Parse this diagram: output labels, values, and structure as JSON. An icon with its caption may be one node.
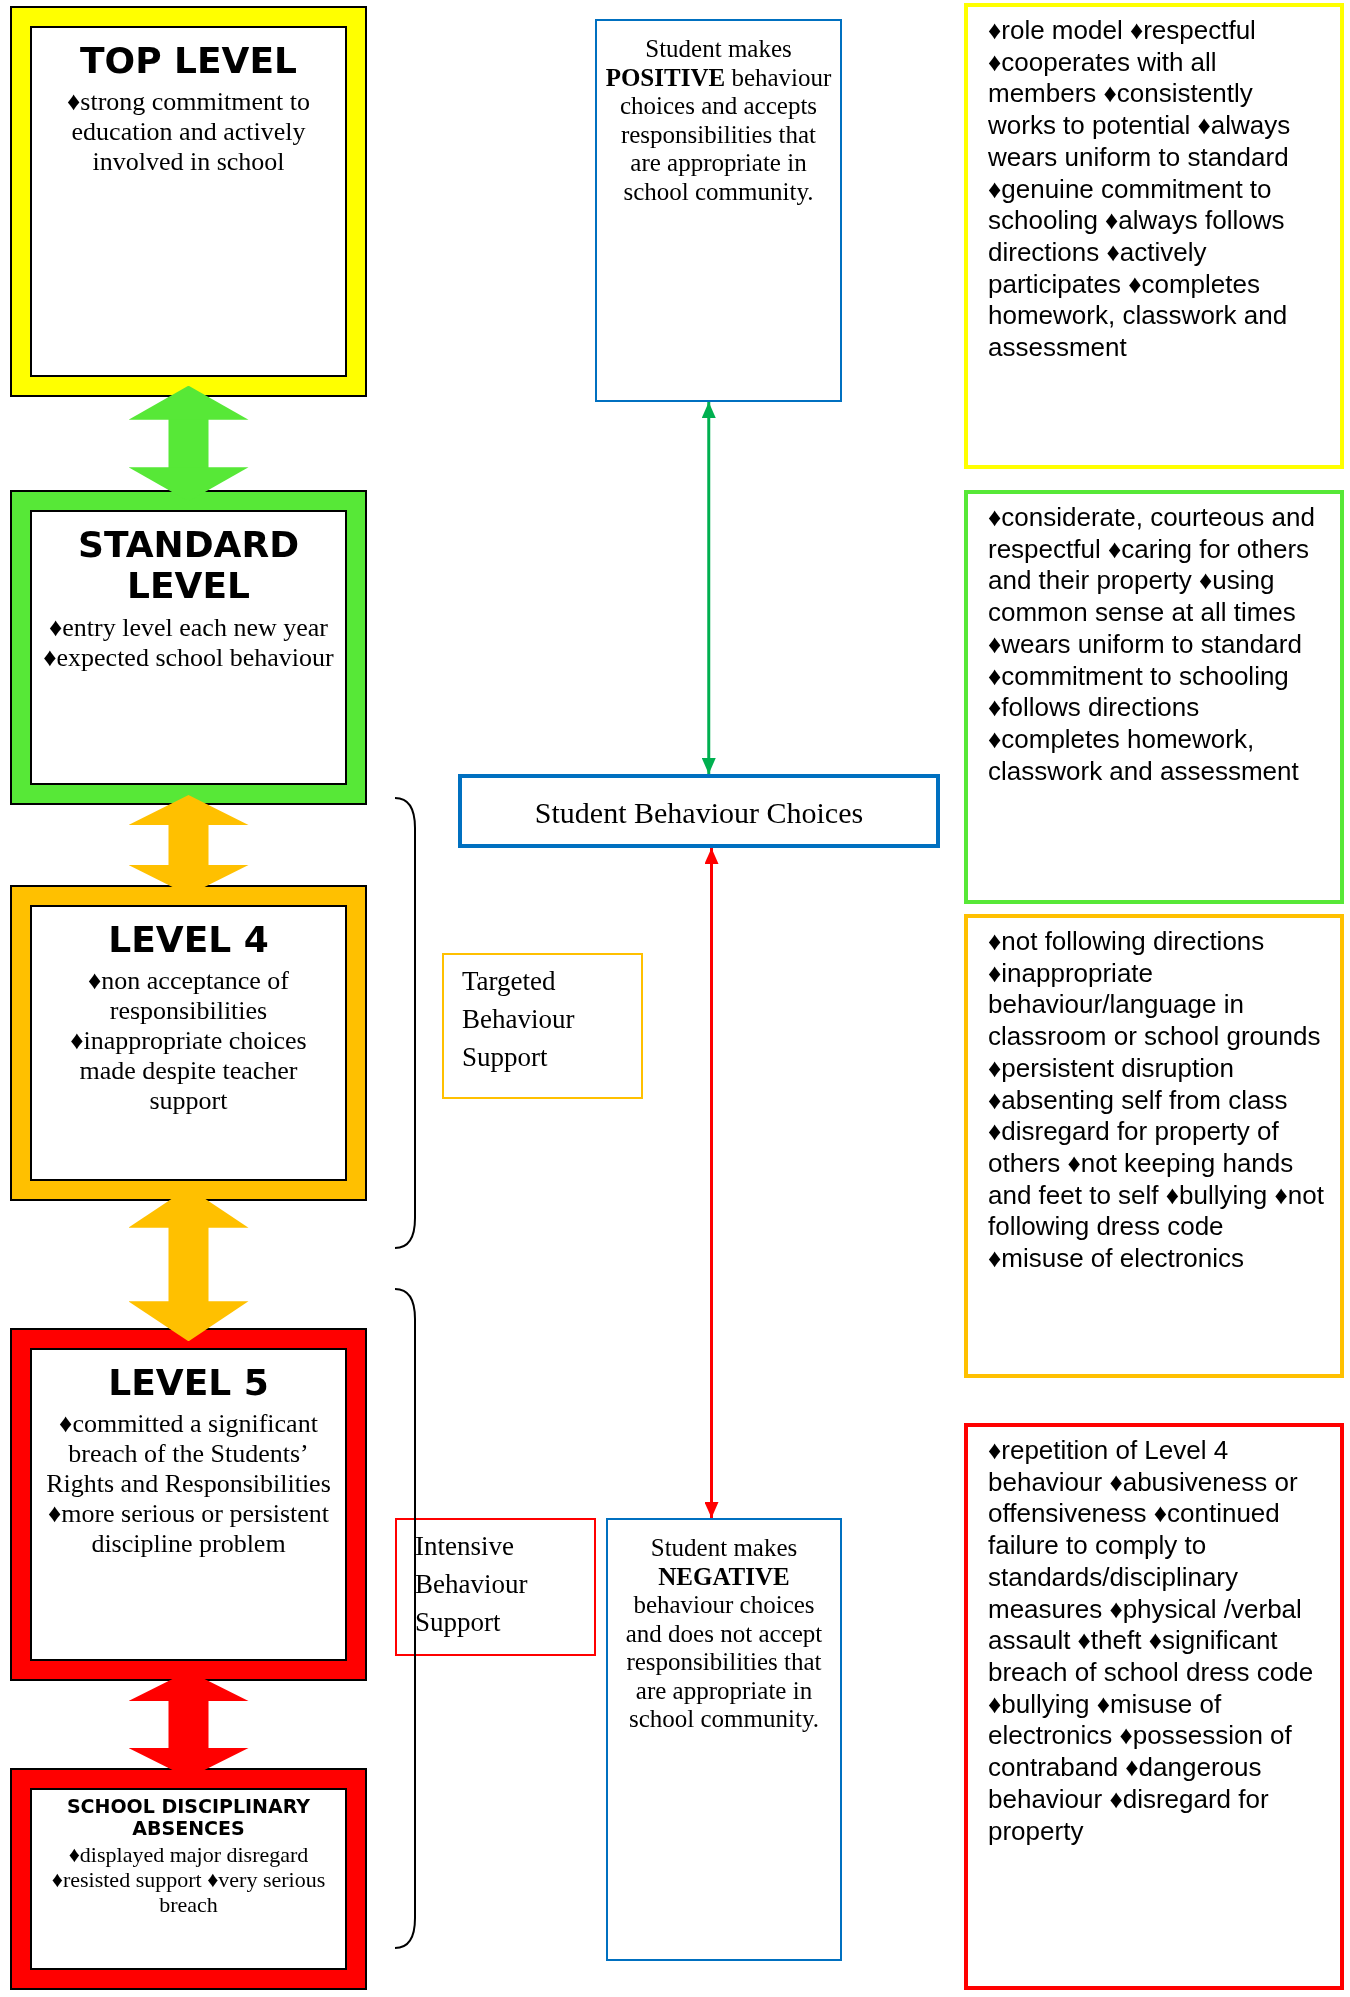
{
  "diagram": {
    "nodes": [
      {
        "text": [
          "TOP LEVEL",
          "♦strong commitment to education and actively involved in school"
        ]
      },
      {
        "text": [
          "STANDARD LEVEL",
          "♦entry level each new year",
          "♦expected school behaviour"
        ]
      },
      {
        "text": [
          "LEVEL 4",
          "♦non acceptance of responsibilities",
          "♦inappropriate choices made despite teacher support"
        ]
      },
      {
        "text": [
          "LEVEL 5",
          "♦committed a significant breach of the Students’ Rights and Responsibilities",
          "♦more serious or persistent discipline problem"
        ]
      },
      {
        "text": [
          "SCHOOL DISCIPLINARY ABSENCES",
          "♦displayed major disregard ♦resisted support ♦very serious breach"
        ]
      },
      {
        "text": [
          "Student makes **POSITIVE** behaviour choices and accepts responsibilities that are appropriate in school community."
        ]
      },
      {
        "text": [
          "Student Behaviour Choices"
        ]
      },
      {
        "text": [
          "Targeted Behaviour Support"
        ]
      },
      {
        "text": [
          "Intensive Behaviour Support"
        ]
      },
      {
        "text": [
          "Student makes **NEGATIVE** behaviour choices and does not accept responsibilities that are appropriate in school community."
        ]
      },
      {
        "text": [
          "♦role model ♦respectful ♦cooperates with all members ♦consistently works to potential ♦always wears uniform to standard ♦genuine commitment to schooling ♦always follows directions ♦actively participates ♦completes homework, classwork and assessment"
        ]
      },
      {
        "text": [
          "♦considerate, courteous and respectful ♦caring for others and their property ♦using common sense at all times ♦wears uniform to standard ♦commitment to schooling ♦follows directions ♦completes homework, classwork and assessment"
        ]
      },
      {
        "text": [
          "♦not following directions ♦inappropriate behaviour/language in classroom or school grounds ♦persistent disruption ♦absenting self from class ♦disregard for property of others ♦not keeping hands and feet to self ♦bullying ♦not following dress code ♦misuse of electronics"
        ]
      },
      {
        "text": [
          "♦repetition of Level 4 behaviour ♦abusiveness or offensiveness ♦continued failure to comply to standards/disciplinary measures ♦physical /verbal assault ♦theft ♦significant breach of school dress code ♦bullying ♦misuse of electronics ♦possession of contraband ♦dangerous behaviour ♦disregard for property"
        ]
      }
    ],
    "edges": [
      {
        "from": 0,
        "to": 1,
        "arrow": "both",
        "color": "#57e837"
      },
      {
        "from": 1,
        "to": 2,
        "arrow": "both",
        "color": "#ffc000"
      },
      {
        "from": 2,
        "to": 3,
        "arrow": "both",
        "color": "#ffc000"
      },
      {
        "from": 3,
        "to": 4,
        "arrow": "both",
        "color": "#ff0000"
      },
      {
        "from": 5,
        "to": 6,
        "arrow": "both",
        "color": "#00b050"
      },
      {
        "from": 6,
        "to": 9,
        "arrow": "both",
        "color": "#ff0000"
      }
    ]
  }
}
